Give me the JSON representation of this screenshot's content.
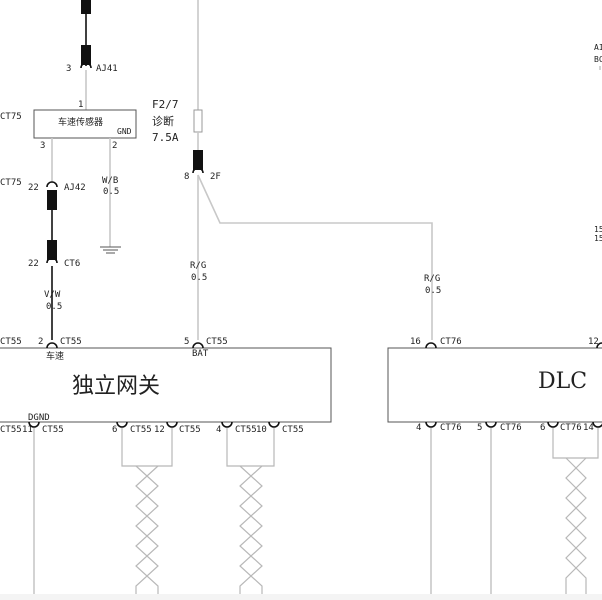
{
  "sensor": {
    "label": "车速传感器",
    "gnd_label": "GND",
    "pin_top": "1",
    "pin_left": "3",
    "pin_right": "2",
    "left_ref_top": "CT75",
    "left_ref_bottom": "CT75"
  },
  "connectors": {
    "aj41": {
      "pin": "3",
      "name": "AJ41"
    },
    "aj42": {
      "pin": "22",
      "name": "AJ42"
    },
    "ct6": {
      "pin": "22",
      "name": "CT6"
    },
    "fuse_out": {
      "pin": "8",
      "name": "2F"
    }
  },
  "wires": {
    "wb": {
      "color": "W/B",
      "size": "0.5"
    },
    "vw": {
      "color": "V/W",
      "size": "0.5"
    },
    "rg1": {
      "color": "R/G",
      "size": "0.5"
    },
    "rg2": {
      "color": "R/G",
      "size": "0.5"
    }
  },
  "fuse": {
    "id": "F2/7",
    "name": "诊断",
    "rating": "7.5A"
  },
  "gateway": {
    "title": "独立网关",
    "top_pins": [
      {
        "pin": "2",
        "conn": "CT55",
        "sub": "车速"
      },
      {
        "pin": "5",
        "conn": "CT55",
        "sub": "BAT"
      }
    ],
    "left_edge_label": "CT55",
    "bottom_pins": [
      {
        "pin": "11",
        "conn": "CT55",
        "sub": "DGND",
        "prefix": "CT55"
      },
      {
        "pin": "6",
        "conn": "CT55"
      },
      {
        "pin": "12",
        "conn": "CT55"
      },
      {
        "pin": "4",
        "conn": "CT55"
      },
      {
        "pin": "10",
        "conn": "CT55"
      }
    ]
  },
  "dlc": {
    "title": "DLC",
    "top_pins": [
      {
        "pin": "16",
        "conn": "CT76"
      },
      {
        "pin": "12",
        "conn": ""
      }
    ],
    "bottom_pins": [
      {
        "pin": "4",
        "conn": "CT76"
      },
      {
        "pin": "5",
        "conn": "CT76"
      },
      {
        "pin": "6",
        "conn": "CT76"
      },
      {
        "pin": "14",
        "conn": ""
      }
    ]
  },
  "right_edge": {
    "top1": "AI",
    "top2": "BC",
    "mid1": "15",
    "mid2": "15"
  }
}
